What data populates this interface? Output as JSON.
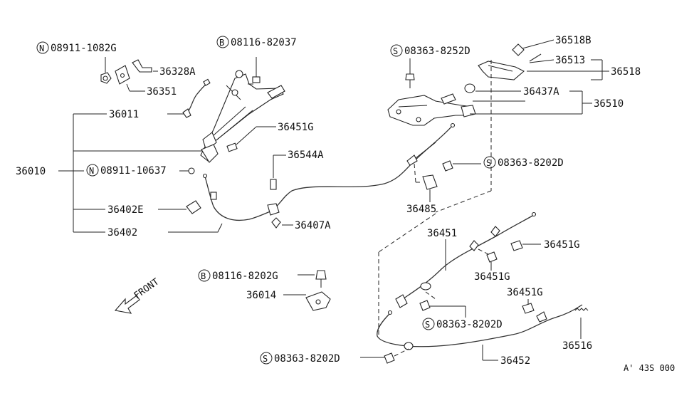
{
  "labels": {
    "p08911_1082G": "08911-1082G",
    "p36328A": "36328A",
    "p36351": "36351",
    "p08116_82037": "08116-82037",
    "p36011": "36011",
    "p36451G_a": "36451G",
    "p36010": "36010",
    "p08911_10637": "08911-10637",
    "p36544A": "36544A",
    "p36402E": "36402E",
    "p36402": "36402",
    "p36407A": "36407A",
    "p08363_8252D": "08363-8252D",
    "p36518B": "36518B",
    "p36513": "36513",
    "p36518": "36518",
    "p36437A": "36437A",
    "p36510": "36510",
    "p08363_8202D_a": "08363-8202D",
    "p36485": "36485",
    "p36451": "36451",
    "p36451G_b": "36451G",
    "p36451G_c": "36451G",
    "p36451G_d": "36451G",
    "p08116_8202G": "08116-8202G",
    "p36014": "36014",
    "p08363_8202D_b": "08363-8202D",
    "p36516": "36516",
    "p08363_8202D_c": "08363-8202D",
    "p36452": "36452",
    "front": "FRONT",
    "code": "A' 43S 000"
  },
  "markers": {
    "n": "N",
    "b": "B",
    "s": "S"
  }
}
